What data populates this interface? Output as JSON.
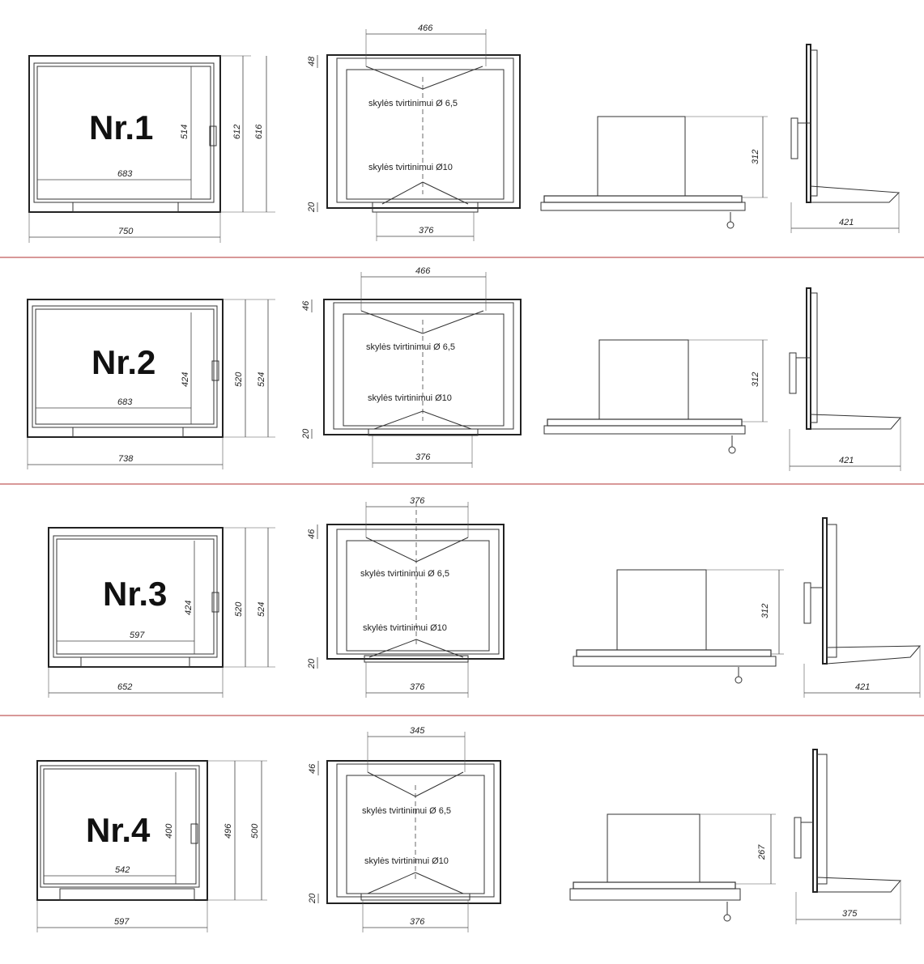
{
  "rows": [
    {
      "label": "Nr.1",
      "front": {
        "width": "750",
        "glass_width": "683",
        "glass_height": "514",
        "height_inner": "612",
        "height_outer": "616"
      },
      "frame": {
        "top_span": "466",
        "top_offset": "48",
        "bottom_offset": "20",
        "bottom_span": "376",
        "hole_top": "skylės tvirtinimui Ø 6,5",
        "hole_bottom": "skylės tvirtinimui Ø10"
      },
      "box": {
        "height": "312"
      },
      "side": {
        "depth": "421"
      }
    },
    {
      "label": "Nr.2",
      "front": {
        "width": "738",
        "glass_width": "683",
        "glass_height": "424",
        "height_inner": "520",
        "height_outer": "524"
      },
      "frame": {
        "top_span": "466",
        "top_offset": "46",
        "bottom_offset": "20",
        "bottom_span": "376",
        "hole_top": "skylės tvirtinimui Ø 6,5",
        "hole_bottom": "skylės tvirtinimui Ø10"
      },
      "box": {
        "height": "312"
      },
      "side": {
        "depth": "421"
      }
    },
    {
      "label": "Nr.3",
      "front": {
        "width": "652",
        "glass_width": "597",
        "glass_height": "424",
        "height_inner": "520",
        "height_outer": "524"
      },
      "frame": {
        "top_span": "376",
        "top_offset": "46",
        "bottom_offset": "20",
        "bottom_span": "376",
        "hole_top": "skylės tvirtinimui Ø 6,5",
        "hole_bottom": "skylės tvirtinimui Ø10"
      },
      "box": {
        "height": "312"
      },
      "side": {
        "depth": "421"
      }
    },
    {
      "label": "Nr.4",
      "front": {
        "width": "597",
        "glass_width": "542",
        "glass_height": "400",
        "height_inner": "496",
        "height_outer": "500"
      },
      "frame": {
        "top_span": "345",
        "top_offset": "46",
        "bottom_offset": "20",
        "bottom_span": "376",
        "hole_top": "skylės tvirtinimui Ø 6,5",
        "hole_bottom": "skylės tvirtinimui Ø10"
      },
      "box": {
        "height": "267"
      },
      "side": {
        "depth": "375"
      }
    }
  ]
}
